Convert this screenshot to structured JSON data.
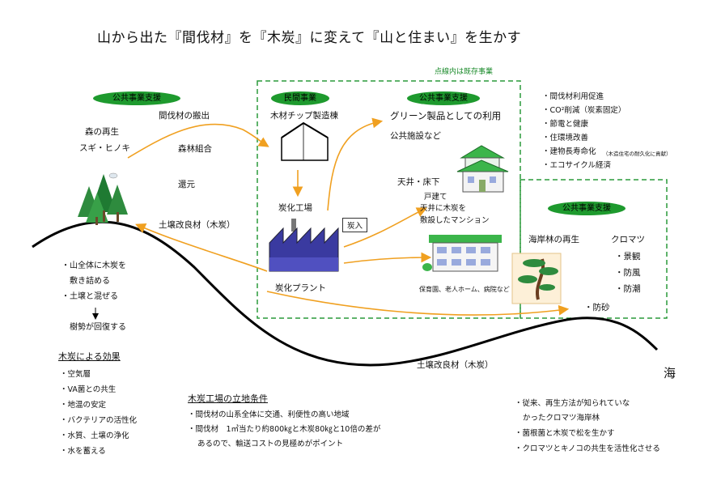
{
  "title": "山から出た『間伐材』を『木炭』に変えて『山と住まい』を生かす",
  "legend_note": "点線内は既存事業",
  "badges": {
    "public_left": "公共事業支援",
    "private": "民間事業",
    "public_mid": "公共事業支援",
    "public_right": "公共事業支援"
  },
  "forest": {
    "kanbatsu_out": "間伐材の搬出",
    "saisei": "森の再生",
    "species": "スギ・ヒノキ",
    "kumiai": "森林組合",
    "kangen": "還元",
    "soil_improve": "土壌改良材（木炭）"
  },
  "factory": {
    "chip": "木材チップ製造棟",
    "tanka": "炭化工場",
    "sumiire": "炭入",
    "plant": "炭化プラント"
  },
  "green": {
    "use": "グリーン製品としての利用",
    "public_facility": "公共施設など",
    "ceiling": "天井・床下",
    "house1": "戸建て",
    "house2": "天井に木炭を",
    "house3": "敷設したマンション",
    "facilities": "保育園、老人ホーム、病院など"
  },
  "benefits": [
    "・間伐材利用促進",
    "・CO²削減（炭素固定）",
    "・節電と健康",
    "・住環境改善",
    "・建物長寿命化",
    "・エコサイクル経済"
  ],
  "benefit_note": "（木造住宅の耐久化に貢献）",
  "coast": {
    "saisei": "海岸林の再生",
    "kuromatsu": "クロマツ",
    "keikan": "・景観",
    "bofu": "・防風",
    "bocho": "・防潮",
    "bosa": "・防砂"
  },
  "mountain_notes": [
    "・山全体に木炭を",
    "敷き詰める",
    "・土壌と混ぜる",
    "↓",
    "樹勢が回復する"
  ],
  "soil_bottom": "土壌改良材（木炭）",
  "sea": "海",
  "effects": {
    "heading": "木炭による効果",
    "items": [
      "・空気層",
      "・VA菌との共生",
      "・地温の安定",
      "・バクテリアの活性化",
      "・水質、土壌の浄化",
      "・水を蓄える"
    ]
  },
  "location": {
    "heading": "木炭工場の立地条件",
    "l1": "・間伐材の山系全体に交通、利便性の高い地域",
    "l2": "・間伐材　1㎥当たり約800㎏と木炭80㎏と10倍の差が",
    "l3": "あるので、輸送コストの見極めがポイント"
  },
  "right_notes": {
    "r1": "・従来、再生方法が知られていな",
    "r2": "かったクロマツ海岸林",
    "r3": "・菌根菌と木炭で松を生かす",
    "r4": "・クロマツとキノコの共生を活性化させる"
  }
}
